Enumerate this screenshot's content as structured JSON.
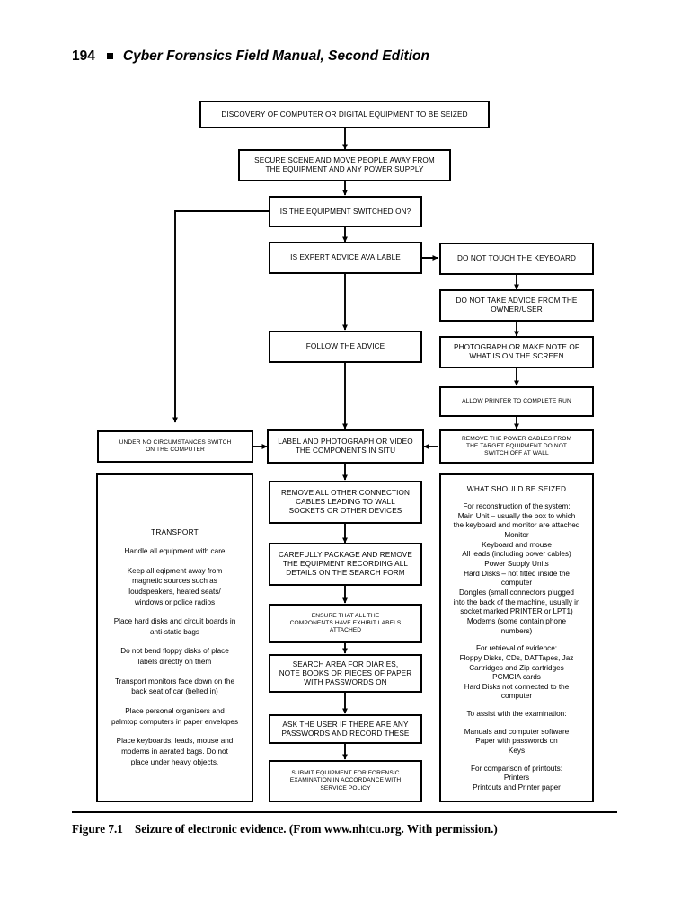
{
  "page": {
    "folio": "194",
    "running_title": "Cyber Forensics Field Manual, Second Edition",
    "bullet_icon": "square-bullet-icon"
  },
  "figure": {
    "number": "Figure 7.1",
    "caption": "Seizure of electronic evidence. (From www.nhtcu.org. With permission.)"
  },
  "flowchart": {
    "type": "flowchart",
    "title": "Seizure of electronic evidence",
    "nodes": [
      {
        "id": "discovery",
        "label": "DISCOVERY OF COMPUTER OR DIGITAL EQUIPMENT TO BE SEIZED"
      },
      {
        "id": "secure-scene",
        "label": "SECURE SCENE AND MOVE PEOPLE AWAY FROM\nTHE EQUIPMENT AND ANY POWER SUPPLY"
      },
      {
        "id": "switched-on",
        "label": "IS THE EQUIPMENT SWITCHED ON?"
      },
      {
        "id": "expert-advice",
        "label": "IS EXPERT ADVICE AVAILABLE"
      },
      {
        "id": "follow-advice",
        "label": "FOLLOW  THE ADVICE"
      },
      {
        "id": "no-touch",
        "label": "DO NOT TOUCH THE KEYBOARD"
      },
      {
        "id": "no-owner-advice",
        "label": "DO NOT TAKE ADVICE FROM THE\nOWNER/USER"
      },
      {
        "id": "photograph",
        "label": "PHOTOGRAPH OR MAKE NOTE OF\nWHAT IS ON THE SCREEN"
      },
      {
        "id": "printer-run",
        "label": "ALLOW PRINTER TO COMPLETE RUN"
      },
      {
        "id": "power-cables",
        "label": "REMOVE THE POWER CABLES FROM\nTHE TARGET EQUIPMENT DO NOT\nSWITCH OFF AT WALL"
      },
      {
        "id": "do-not-switch-on",
        "label": "UNDER NO CIRCUMSTANCES SWITCH\nON THE COMPUTER"
      },
      {
        "id": "label-photo",
        "label": "LABEL AND PHOTOGRAPH OR VIDEO\nTHE COMPONENTS IN SITU"
      },
      {
        "id": "remove-cables",
        "label": "REMOVE ALL OTHER CONNECTION\nCABLES LEADING TO WALL\nSOCKETS OR OTHER DEVICES"
      },
      {
        "id": "package",
        "label": "CAREFULLY PACKAGE AND REMOVE\nTHE EQUIPMENT RECORDING ALL\nDETAILS ON THE SEARCH FORM"
      },
      {
        "id": "exhibit-labels",
        "label": "ENSURE THAT ALL THE\nCOMPONENTS HAVE EXHIBIT LABELS\nATTACHED"
      },
      {
        "id": "search-diaries",
        "label": "SEARCH AREA FOR DIARIES,\nNOTE BOOKS OR PIECES OF PAPER\nWITH PASSWORDS ON"
      },
      {
        "id": "ask-passwords",
        "label": "ASK THE USER IF THERE ARE ANY\nPASSWORDS AND RECORD THESE"
      },
      {
        "id": "submit",
        "label": "SUBMIT EQUIPMENT FOR FORENSIC\nEXAMINATION IN ACCORDANCE WITH\nSERVICE POLICY"
      }
    ]
  },
  "transport_panel": {
    "title": "TRANSPORT",
    "items": [
      "Handle all equipment with care",
      "Keep all eqipment away from\nmagnetic sources such as\nloudspeakers, heated seats/\nwindows or police radios",
      "Place hard disks and circuit boards in\nanti-static bags",
      "Do not bend floppy disks of place\nlabels directly on them",
      "Transport monitors face down on the\nback seat of car (belted in)",
      "Place personal organizers and\npalmtop computers in paper envelopes",
      "Place keyboards, leads, mouse and\nmodems in aerated bags. Do not\nplace under heavy objects."
    ]
  },
  "seized_panel": {
    "title": "WHAT SHOULD BE SEIZED",
    "items": [
      "For reconstruction of the system:\nMain Unit – usually the box to which\nthe keyboard and monitor are attached\nMonitor\nKeyboard and mouse\nAll leads (including power cables)\nPower Supply Units\nHard Disks – not fitted inside the\ncomputer\nDongles (small connectors plugged\ninto the back of the machine, usually in\nsocket marked PRINTER or LPT1)\nModems (some contain phone\nnumbers)",
      "For retrieval of evidence:\nFloppy Disks, CDs, DATTapes, Jaz\nCartridges and Zip cartridges\nPCMCIA cards\nHard Disks not connected to the\ncomputer",
      "To assist with the examination:",
      "Manuals and computer software\nPaper with passwords on\nKeys",
      "For comparison of printouts:\nPrinters\nPrintouts and Printer paper"
    ]
  },
  "colors": {
    "ink": "#000000",
    "paper": "#ffffff"
  }
}
